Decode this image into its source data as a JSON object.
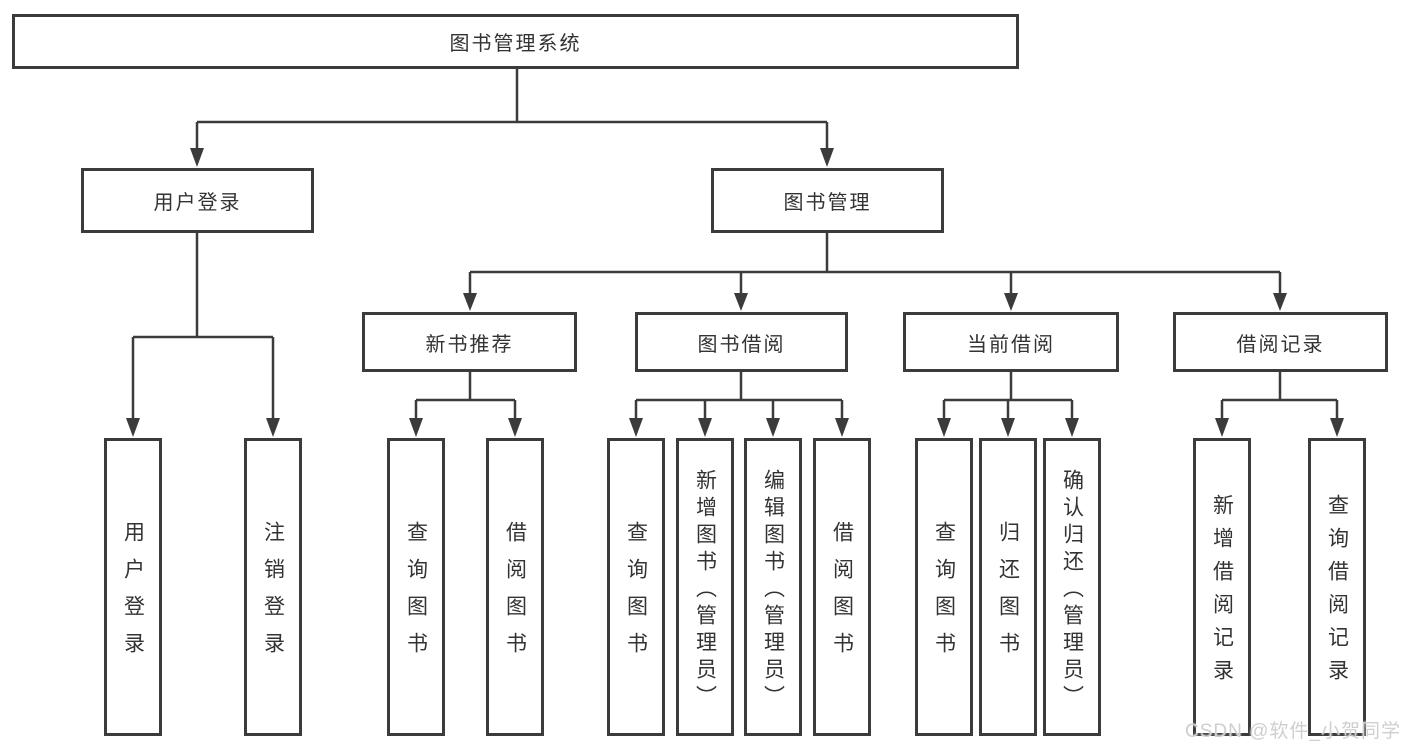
{
  "tree": {
    "label": "图书管理系统",
    "children": [
      {
        "label": "用户登录",
        "children": [
          {
            "label": "用户登录"
          },
          {
            "label": "注销登录"
          }
        ]
      },
      {
        "label": "图书管理",
        "children": [
          {
            "label": "新书推荐",
            "children": [
              {
                "label": "查询图书"
              },
              {
                "label": "借阅图书"
              }
            ]
          },
          {
            "label": "图书借阅",
            "children": [
              {
                "label": "查询图书"
              },
              {
                "label": "新增图书（管理员）"
              },
              {
                "label": "编辑图书（管理员）"
              },
              {
                "label": "借阅图书"
              }
            ]
          },
          {
            "label": "当前借阅",
            "children": [
              {
                "label": "查询图书"
              },
              {
                "label": "归还图书"
              },
              {
                "label": "确认归还（管理员）"
              }
            ]
          },
          {
            "label": "借阅记录",
            "children": [
              {
                "label": "新增借阅记录"
              },
              {
                "label": "查询借阅记录"
              }
            ]
          }
        ]
      }
    ]
  },
  "watermark": "CSDN @软件_小贺同学",
  "colors": {
    "line": "#3b3b3b",
    "text": "#333333",
    "box_fill": "#ffffff",
    "watermark": "#cfcfcf"
  }
}
